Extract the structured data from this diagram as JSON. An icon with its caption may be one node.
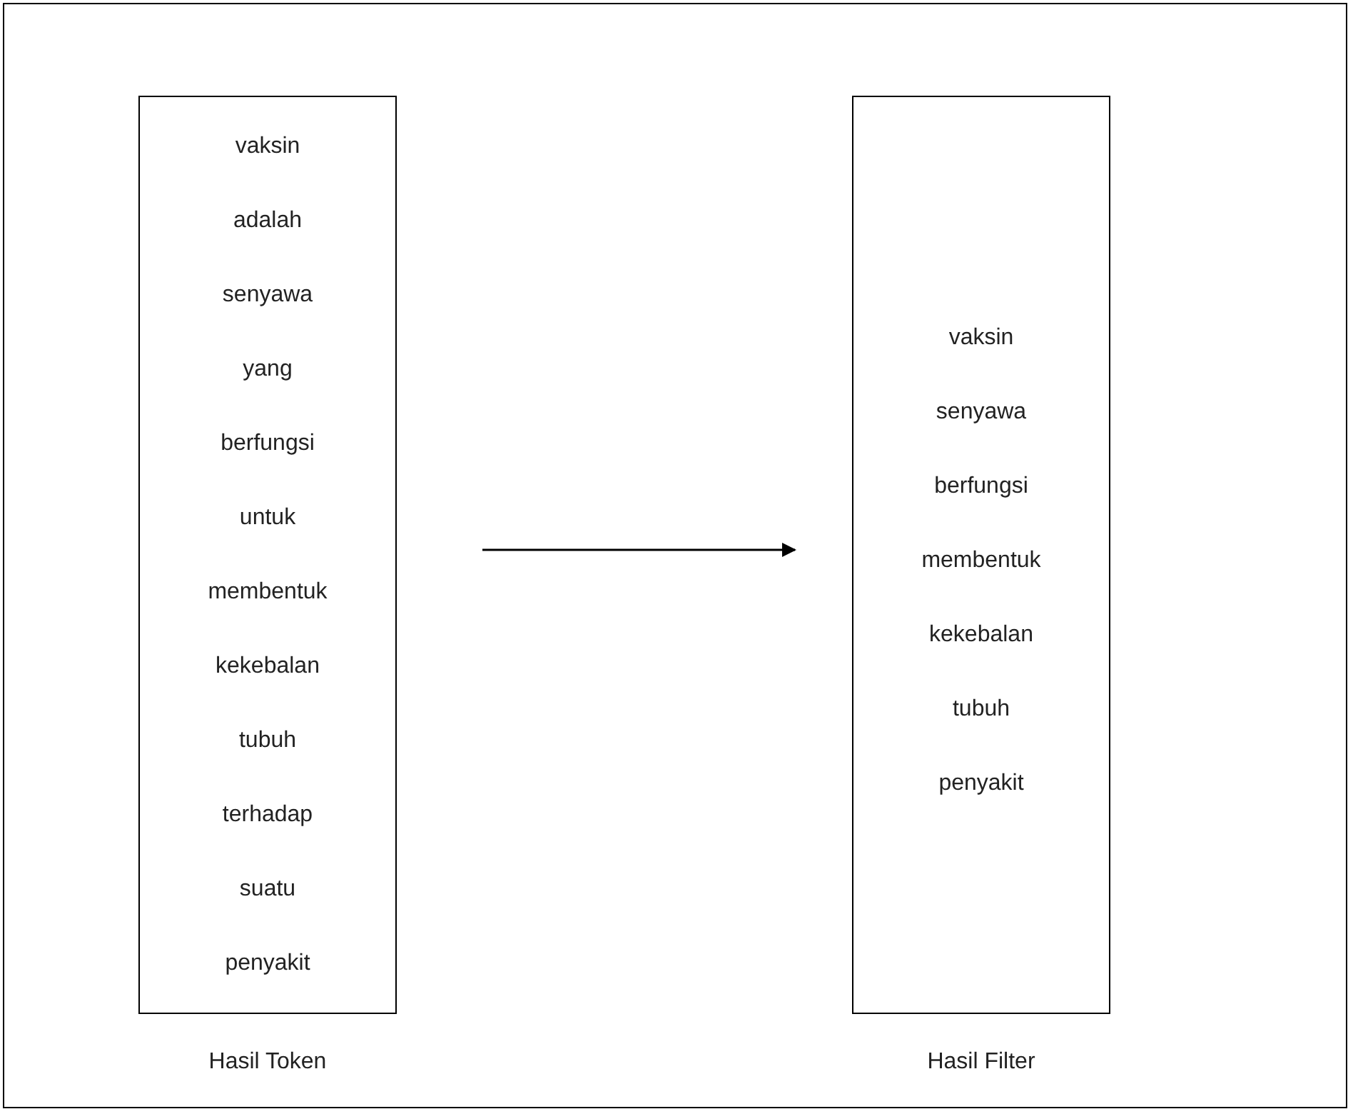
{
  "diagram": {
    "nodes": [
      {
        "text": [
          "vaksin",
          "adalah",
          "senyawa",
          "yang",
          "berfungsi",
          "untuk",
          "membentuk",
          "kekebalan",
          "tubuh",
          "terhadap",
          "suatu",
          "penyakit"
        ],
        "beside": [
          "Hasil Token"
        ]
      },
      {
        "text": [
          "vaksin",
          "senyawa",
          "berfungsi",
          "membentuk",
          "kekebalan",
          "tubuh",
          "penyakit"
        ],
        "beside": [
          "Hasil Filter"
        ]
      }
    ],
    "edges": [
      {
        "from": 0,
        "to": 1,
        "arrow": "to"
      }
    ]
  }
}
